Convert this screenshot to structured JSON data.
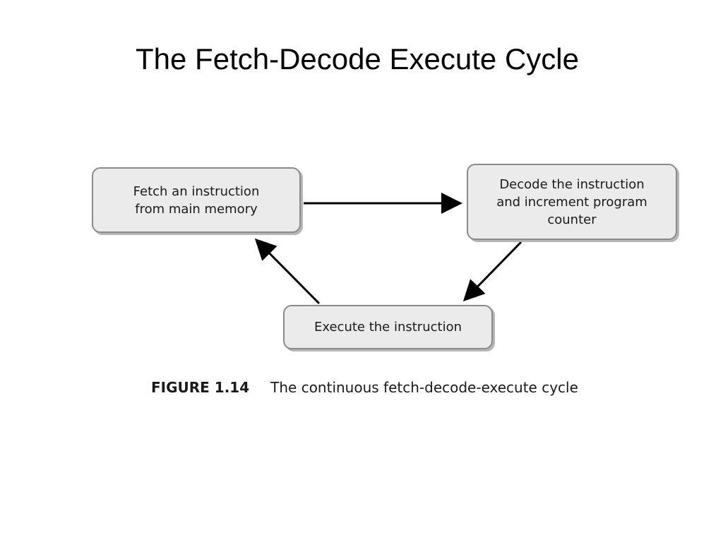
{
  "slide": {
    "title": "The Fetch-Decode Execute Cycle"
  },
  "diagram": {
    "nodes": {
      "fetch": "Fetch an instruction\nfrom main memory",
      "decode": "Decode the instruction\nand increment program\ncounter",
      "execute": "Execute the instruction"
    },
    "edges": [
      {
        "from": "fetch",
        "to": "decode"
      },
      {
        "from": "decode",
        "to": "execute"
      },
      {
        "from": "execute",
        "to": "fetch"
      }
    ]
  },
  "caption": {
    "label": "FIGURE 1.14",
    "text": "The continuous fetch-decode-execute cycle"
  },
  "colors": {
    "box_fill": "#ebebeb",
    "box_border": "#8a8a8a",
    "arrow": "#000000",
    "text": "#1a1a1a"
  }
}
